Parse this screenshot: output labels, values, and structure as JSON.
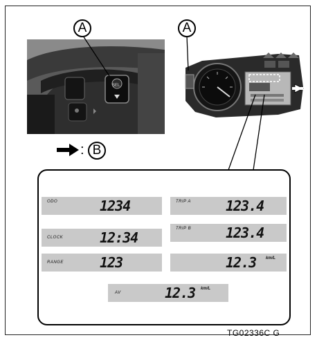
{
  "callouts": {
    "left": "A",
    "right": "A",
    "legend": "B"
  },
  "legend": {
    "separator": ":"
  },
  "switch": {
    "sel_label": "SEL"
  },
  "display": {
    "odo": {
      "label": "ODO",
      "value": "1234",
      "unit": ""
    },
    "clock": {
      "label": "CLOCK",
      "value": "12:34",
      "unit": ""
    },
    "range": {
      "label": "RANGE",
      "value": "123",
      "unit": ""
    },
    "av": {
      "label": "AV",
      "value": "12.3",
      "unit": "km/L"
    },
    "trip_a": {
      "label": "TRIP A",
      "value": "123.4",
      "unit": ""
    },
    "trip_b": {
      "label": "TRIP  B",
      "value": "123.4",
      "unit": ""
    },
    "fuel": {
      "label": "",
      "value": "12.3",
      "unit": "km/L"
    }
  },
  "figure_code": "TG02336C   G",
  "colors": {
    "lcd_cell": "#c9c9c9",
    "ink": "#000000"
  }
}
